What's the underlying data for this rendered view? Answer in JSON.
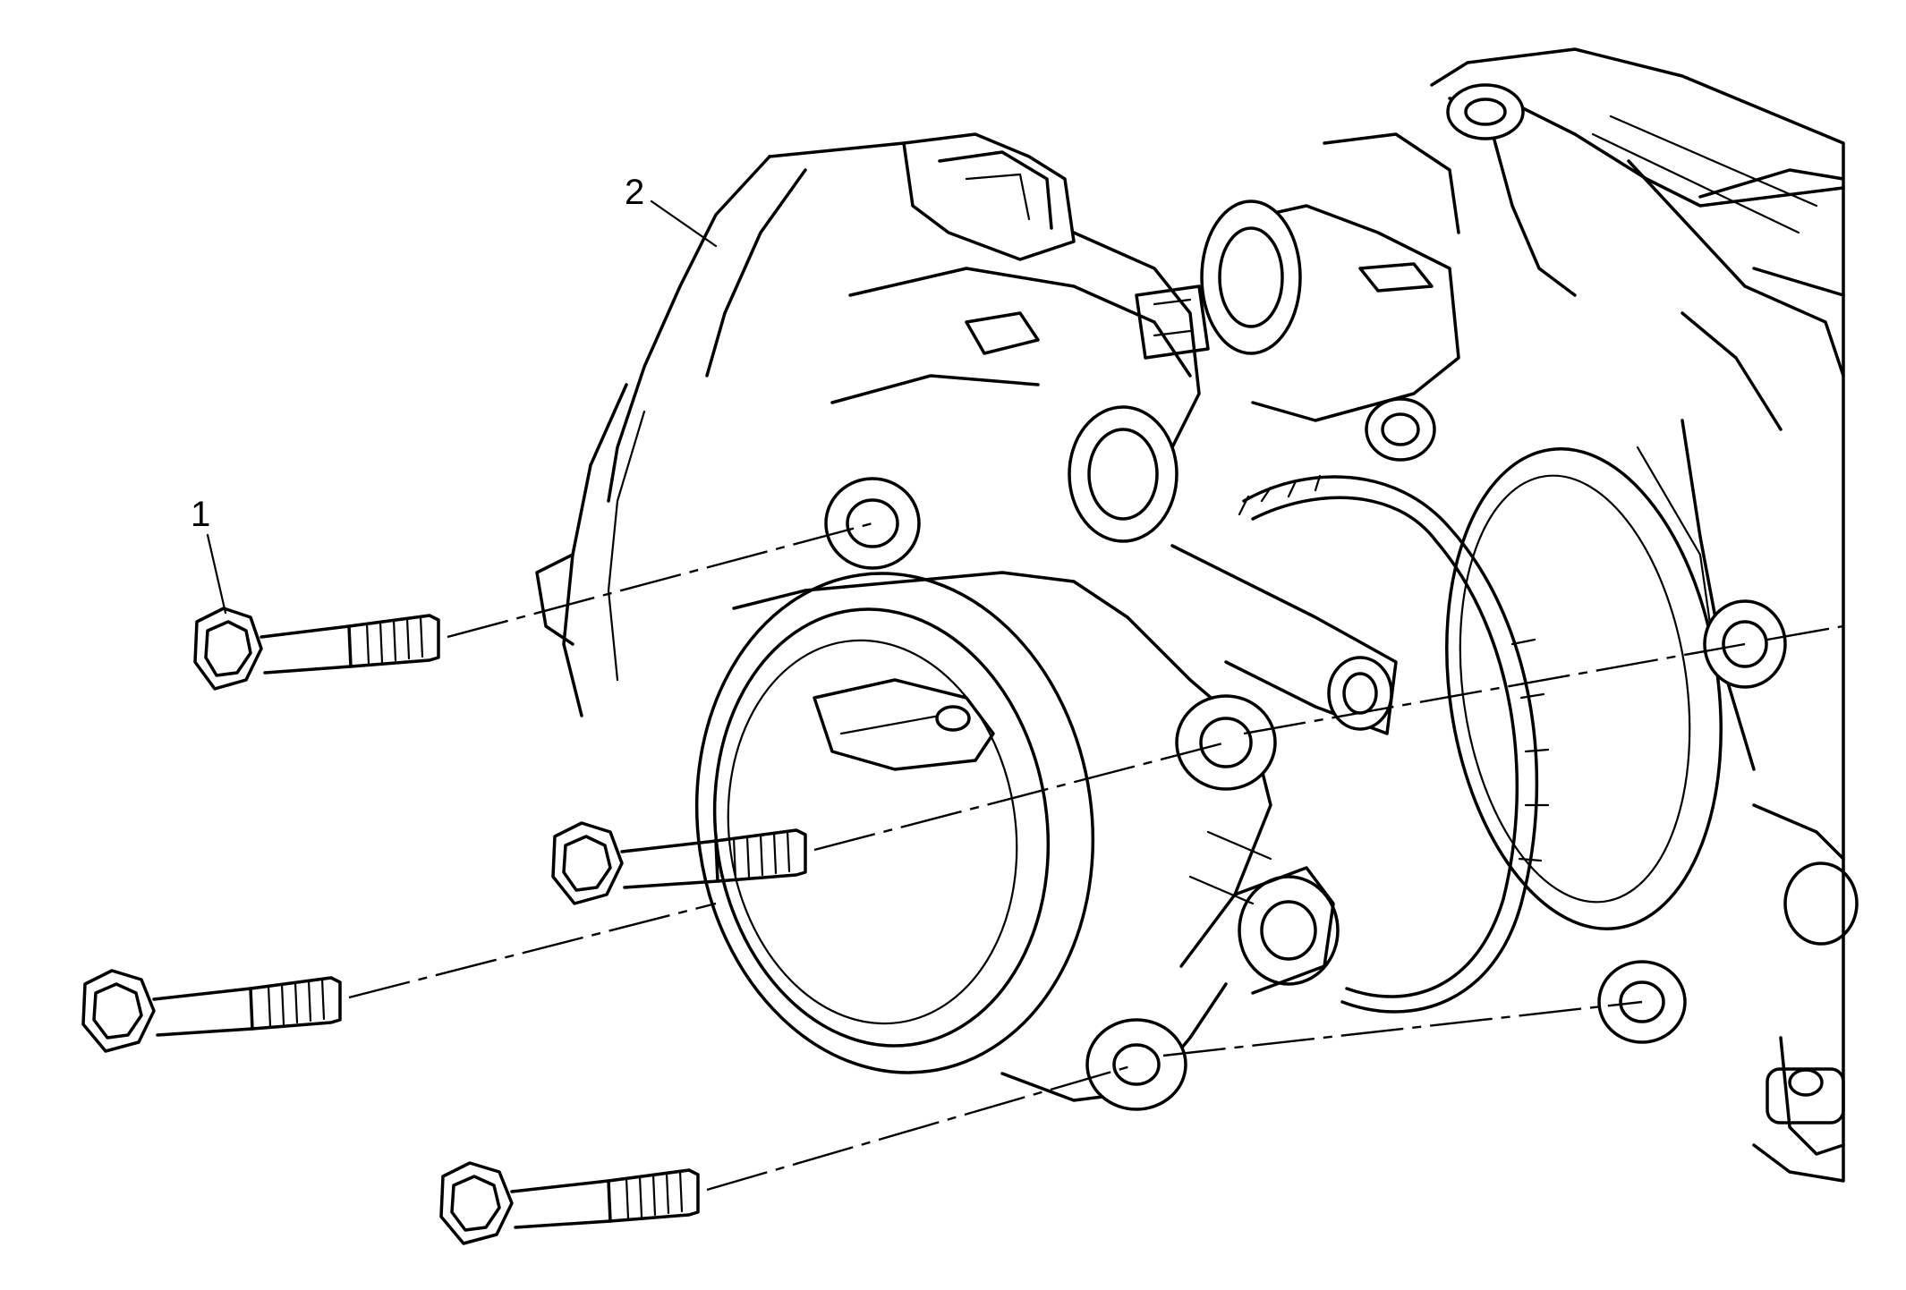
{
  "callouts": [
    {
      "id": "1",
      "label": "1",
      "part": "bolt"
    },
    {
      "id": "2",
      "label": "2",
      "part": "throttle-body"
    }
  ],
  "colors": {
    "line": "#000000",
    "background": "#ffffff"
  }
}
